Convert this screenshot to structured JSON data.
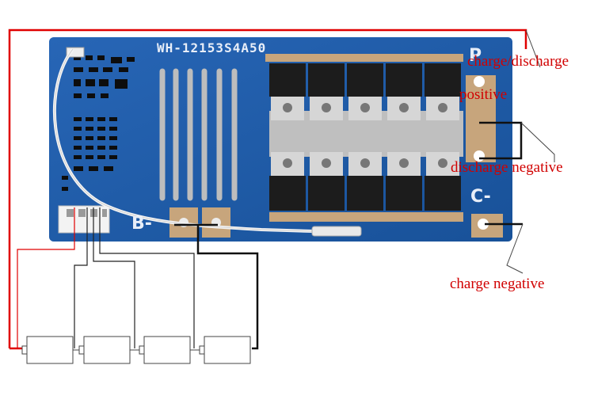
{
  "board": {
    "model_code": "WH-12153S4A50",
    "terminal_p": "P",
    "terminal_c_minus": "C-",
    "terminal_b_minus": "B-",
    "colors": {
      "pcb": "#1d5ba8",
      "pcb_dark": "#174c8e",
      "copper": "#c7a57c",
      "silver": "#bdbdbd",
      "mosfet": "#1c1c1c",
      "wire_red": "#e00000",
      "wire_black": "#111111",
      "label_red": "#d10000"
    }
  },
  "labels": {
    "charge_discharge": "charge/discharge",
    "positive": "positive",
    "discharge_negative": "discharge negative",
    "charge_negative": "charge negative"
  },
  "cells": {
    "count": 4
  }
}
